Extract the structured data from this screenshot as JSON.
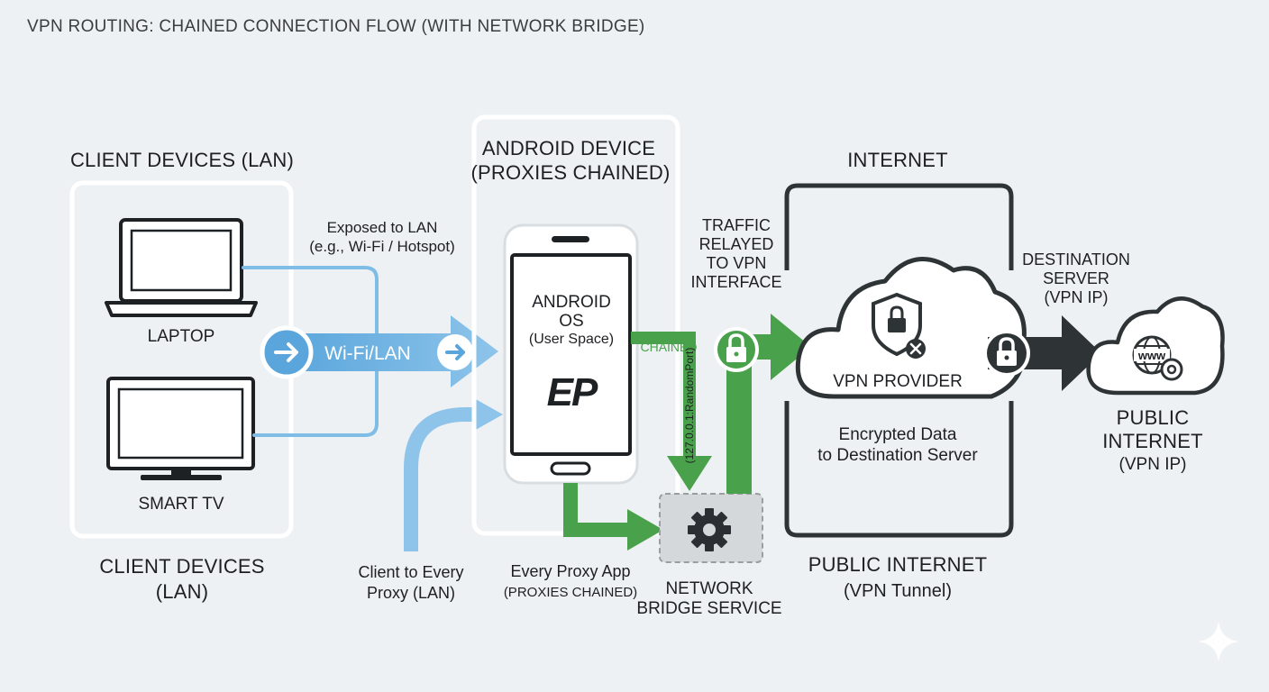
{
  "title": "VPN ROUTING: CHAINED CONNECTION FLOW (WITH NETWORK BRIDGE)",
  "client_panel": {
    "heading": "CLIENT DEVICES (LAN)",
    "footer_line1": "CLIENT DEVICES",
    "footer_line2": "(LAN)",
    "laptop_label": "LAPTOP",
    "tv_label": "SMART TV"
  },
  "lan_link": {
    "exposed_line1": "Exposed to LAN",
    "exposed_line2": "(e.g., Wi-Fi / Hotspot)",
    "arrow_label": "Wi-Fi/LAN",
    "client_proxy_line1": "Client to Every",
    "client_proxy_line2": "Proxy (LAN)"
  },
  "android_panel": {
    "heading_line1": "ANDROID DEVICE",
    "heading_line2": "(PROXIES CHAINED)",
    "os_line1": "ANDROID",
    "os_line2": "OS",
    "os_line3": "(User Space)",
    "logo_text": "EP",
    "chained_label": "CHAINED",
    "port_label": "(127.0.0.1:RandomPort)",
    "app_line1": "Every Proxy App",
    "app_line2": "(PROXIES CHAINED)"
  },
  "bridge": {
    "line1": "NETWORK",
    "line2": "BRIDGE SERVICE"
  },
  "relay": {
    "line1": "TRAFFIC",
    "line2": "RELAYED",
    "line3": "TO VPN",
    "line4": "INTERFACE"
  },
  "internet_panel": {
    "heading": "INTERNET",
    "provider_label": "VPN PROVIDER",
    "encrypted_line1": "Encrypted Data",
    "encrypted_line2": "to Destination Server",
    "footer_line1": "PUBLIC INTERNET",
    "footer_line2": "(VPN Tunnel)"
  },
  "destination": {
    "line1": "DESTINATION",
    "line2": "SERVER",
    "line3": "(VPN IP)",
    "public_line1": "PUBLIC",
    "public_line2": "INTERNET",
    "public_line3": "(VPN IP)",
    "globe_text": "www"
  },
  "colors": {
    "blue": "#6fb0df",
    "blue_light": "#a9d2ef",
    "green": "#4aa14b",
    "dark": "#2e3336",
    "panel_stroke": "#ffffff",
    "bg": "#eef1f4"
  },
  "icons": [
    "laptop-icon",
    "tv-icon",
    "phone-icon",
    "lock-icon",
    "gear-icon",
    "cloud-icon",
    "shield-icon",
    "globe-icon",
    "sparkle-icon"
  ]
}
